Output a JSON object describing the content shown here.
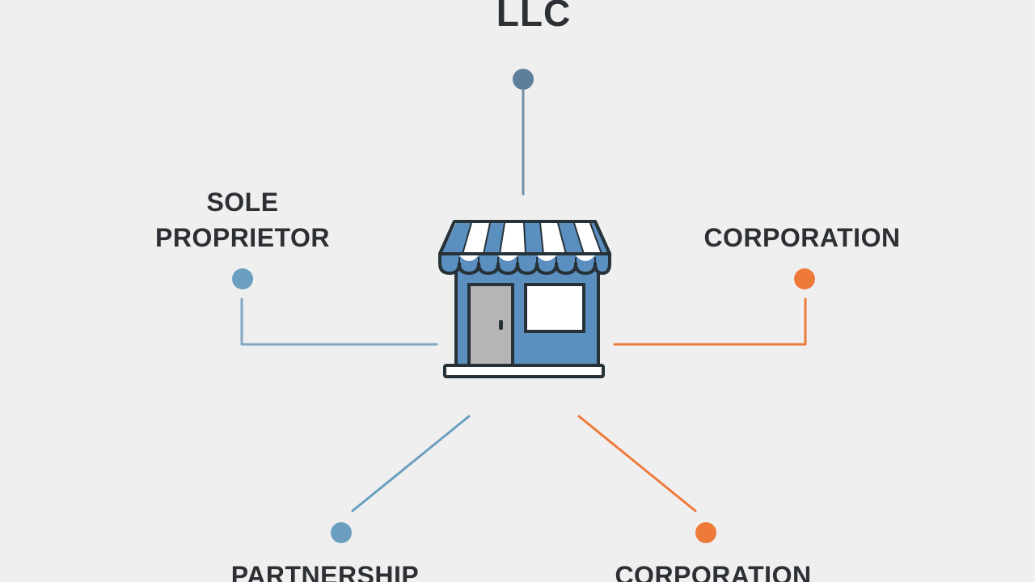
{
  "labels": {
    "top": "LLC",
    "left": "SOLE PROPRIETOR",
    "right": "CORPORATION",
    "bottom_left": "PARTNERSHIP",
    "bottom_right": "CORPORATION"
  },
  "center": {
    "icon": "storefront-icon"
  },
  "colors": {
    "background": "#efefef",
    "text": "#2c2f33",
    "steel_blue": "#5e7e9a",
    "light_blue": "#6a9fc0",
    "orange": "#ee7a3a",
    "shop_blue": "#5b8fbf",
    "door_gray": "#b5b5b5",
    "outline": "#263238"
  }
}
